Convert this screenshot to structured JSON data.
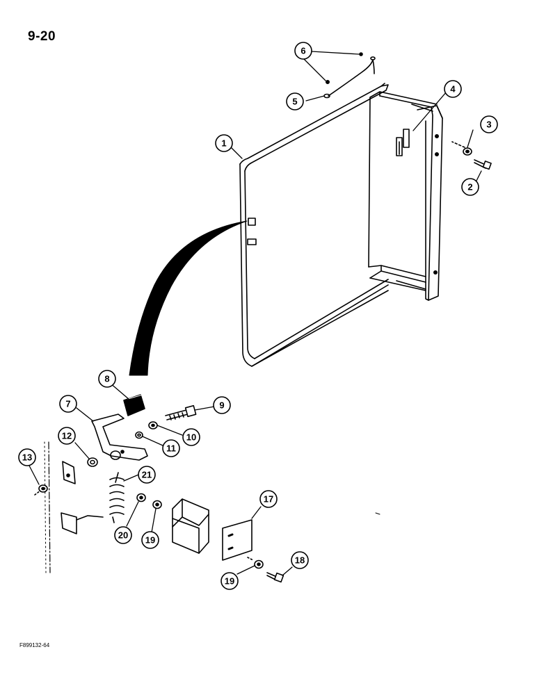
{
  "page": {
    "number": "9-20",
    "figure_code": "F899132-64"
  },
  "callouts": [
    {
      "id": "c1",
      "label": "1"
    },
    {
      "id": "c2",
      "label": "2"
    },
    {
      "id": "c3",
      "label": "3"
    },
    {
      "id": "c4",
      "label": "4"
    },
    {
      "id": "c5",
      "label": "5"
    },
    {
      "id": "c6",
      "label": "6"
    },
    {
      "id": "c7",
      "label": "7"
    },
    {
      "id": "c8",
      "label": "8"
    },
    {
      "id": "c9",
      "label": "9"
    },
    {
      "id": "c10",
      "label": "10"
    },
    {
      "id": "c11",
      "label": "11"
    },
    {
      "id": "c12",
      "label": "12"
    },
    {
      "id": "c13",
      "label": "13"
    },
    {
      "id": "c17",
      "label": "17"
    },
    {
      "id": "c18",
      "label": "18"
    },
    {
      "id": "c19a",
      "label": "19"
    },
    {
      "id": "c19b",
      "label": "19"
    },
    {
      "id": "c20",
      "label": "20"
    },
    {
      "id": "c21",
      "label": "21"
    }
  ]
}
